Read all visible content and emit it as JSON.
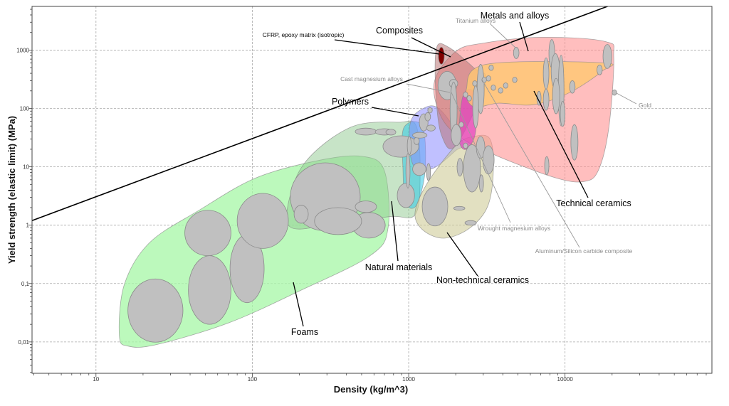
{
  "chart_data": {
    "type": "scatter",
    "subtype": "ashby-bubble-chart",
    "xlabel": "Density (kg/m^3)",
    "ylabel": "Yield strength (elastic limit) (MPa)",
    "xscale": "log",
    "yscale": "log",
    "xlim": [
      3.9,
      87000
    ],
    "ylim": [
      0.0029,
      5600
    ],
    "grid": true,
    "xticks": [
      {
        "v": 10,
        "label": "10"
      },
      {
        "v": 100,
        "label": "100"
      },
      {
        "v": 1000,
        "label": "1000"
      },
      {
        "v": 10000,
        "label": "10000"
      }
    ],
    "yticks": [
      {
        "v": 0.01,
        "label": "0,01"
      },
      {
        "v": 0.1,
        "label": "0,1"
      },
      {
        "v": 1,
        "label": "1"
      },
      {
        "v": 10,
        "label": "10"
      },
      {
        "v": 100,
        "label": "100"
      },
      {
        "v": 1000,
        "label": "1000"
      }
    ],
    "guide_line": [
      [
        3.9,
        1.2
      ],
      [
        19000,
        5700
      ]
    ],
    "envelopes": [
      {
        "family": "foams",
        "color": "#a6f7a6",
        "opacity": 0.75,
        "points": [
          [
            14.1,
            0.013
          ],
          [
            15.2,
            0.097
          ],
          [
            22,
            0.5
          ],
          [
            45.7,
            1.8
          ],
          [
            106,
            6.5
          ],
          [
            272,
            13
          ],
          [
            513,
            15
          ],
          [
            700,
            8.5
          ],
          [
            738,
            0.9
          ],
          [
            567,
            0.3
          ],
          [
            199,
            0.074
          ],
          [
            70,
            0.021
          ],
          [
            24.4,
            0.009
          ],
          [
            16,
            0.0085
          ]
        ]
      },
      {
        "family": "natural",
        "color": "#8fc98f",
        "opacity": 0.5,
        "points": [
          [
            173,
            0.95
          ],
          [
            183,
            4.9
          ],
          [
            245,
            17
          ],
          [
            446,
            50
          ],
          [
            863,
            58
          ],
          [
            1122,
            49
          ],
          [
            1183,
            6.5
          ],
          [
            1097,
            1.5
          ],
          [
            753,
            1.4
          ],
          [
            336,
            1.05
          ]
        ]
      },
      {
        "family": "elastomers",
        "color": "#2ec8e6",
        "opacity": 0.55,
        "points": [
          [
            929,
            46
          ],
          [
            1222,
            50
          ],
          [
            1273,
            8.6
          ],
          [
            1122,
            2.2
          ],
          [
            955,
            2.4
          ],
          [
            920,
            8.6
          ]
        ]
      },
      {
        "family": "polymers",
        "color": "#8c8cff",
        "opacity": 0.55,
        "points": [
          [
            1222,
            98
          ],
          [
            1570,
            98
          ],
          [
            2220,
            26
          ],
          [
            2000,
            19
          ],
          [
            1413,
            9.3
          ],
          [
            1064,
            11
          ],
          [
            1020,
            53
          ]
        ]
      },
      {
        "family": "non-technical-ceramics",
        "color": "#cfcb98",
        "opacity": 0.6,
        "points": [
          [
            1097,
            1.6
          ],
          [
            1313,
            5.2
          ],
          [
            2000,
            23
          ],
          [
            2600,
            33
          ],
          [
            3310,
            30
          ],
          [
            3480,
            8.6
          ],
          [
            3200,
            2.1
          ],
          [
            2470,
            0.9
          ],
          [
            1710,
            0.6
          ],
          [
            1250,
            0.8
          ]
        ]
      },
      {
        "family": "metals",
        "color": "#ff8f8f",
        "opacity": 0.58,
        "points": [
          [
            1460,
            284
          ],
          [
            2000,
            945
          ],
          [
            3040,
            1320
          ],
          [
            7030,
            1660
          ],
          [
            18070,
            1400
          ],
          [
            20500,
            756
          ],
          [
            19050,
            46
          ],
          [
            16300,
            8.6
          ],
          [
            13200,
            5.6
          ],
          [
            8670,
            6.5
          ],
          [
            3750,
            15
          ],
          [
            2220,
            30
          ],
          [
            1620,
            70
          ]
        ]
      },
      {
        "family": "composites",
        "color": "#b56a6a",
        "opacity": 0.5,
        "points": [
          [
            1507,
            1090
          ],
          [
            1800,
            1120
          ],
          [
            2600,
            500
          ],
          [
            3100,
            280
          ],
          [
            2000,
            23
          ],
          [
            1620,
            35
          ],
          [
            1490,
            186
          ]
        ]
      },
      {
        "family": "composites-fibre",
        "color": "#e23fc0",
        "opacity": 0.7,
        "points": [
          [
            2220,
            161
          ],
          [
            2600,
            186
          ],
          [
            2680,
            40
          ],
          [
            2340,
            20
          ],
          [
            2100,
            30
          ]
        ]
      },
      {
        "family": "technical-ceramics",
        "color": "#ffc870",
        "opacity": 0.8,
        "points": [
          [
            2340,
            214
          ],
          [
            3140,
            571
          ],
          [
            17700,
            604
          ],
          [
            17200,
            432
          ],
          [
            10700,
            187
          ],
          [
            6330,
            116
          ],
          [
            3750,
            123
          ],
          [
            2600,
            107
          ]
        ]
      }
    ],
    "bubbles": [
      {
        "d": [
          16,
          36
        ],
        "s": [
          0.0099,
          0.12
        ]
      },
      {
        "d": [
          39,
          73
        ],
        "s": [
          0.02,
          0.3
        ]
      },
      {
        "d": [
          37,
          73
        ],
        "s": [
          0.3,
          1.8
        ]
      },
      {
        "d": [
          72,
          119
        ],
        "s": [
          0.047,
          0.69
        ]
      },
      {
        "d": [
          80,
          170
        ],
        "s": [
          0.4,
          3.5
        ]
      },
      {
        "d": [
          175,
          490
        ],
        "s": [
          0.8,
          11.7
        ]
      },
      {
        "d": [
          185,
          228
        ],
        "s": [
          1.08,
          2.2
        ]
      },
      {
        "d": [
          437,
          708
        ],
        "s": [
          0.6,
          1.65
        ]
      },
      {
        "d": [
          250,
          500
        ],
        "s": [
          0.69,
          2.0
        ]
      },
      {
        "d": [
          455,
          623
        ],
        "s": [
          1.65,
          2.6
        ]
      },
      {
        "d": [
          455,
          623
        ],
        "s": [
          35,
          46
        ]
      },
      {
        "d": [
          611,
          802
        ],
        "s": [
          35,
          45
        ]
      },
      {
        "d": [
          715,
          828
        ],
        "s": [
          35,
          44
        ]
      },
      {
        "d": [
          685,
          1160
        ],
        "s": [
          14.6,
          34
        ]
      },
      {
        "d": [
          845,
          1090
        ],
        "s": [
          2.0,
          5.2
        ]
      },
      {
        "d": [
          960,
          1020
        ],
        "s": [
          4.3,
          17
        ]
      },
      {
        "d": [
          980,
          1040
        ],
        "s": [
          16,
          33
        ]
      },
      {
        "d": [
          1060,
          1290
        ],
        "s": [
          7.1,
          11.7
        ]
      },
      {
        "d": [
          1170,
          1330
        ],
        "s": [
          41,
          81
        ]
      },
      {
        "d": [
          1300,
          1480
        ],
        "s": [
          41,
          52
        ]
      },
      {
        "d": [
          1270,
          1380
        ],
        "s": [
          61,
          85
        ]
      },
      {
        "d": [
          1080,
          1170
        ],
        "s": [
          24,
          32
        ]
      },
      {
        "d": [
          1060,
          1310
        ],
        "s": [
          31,
          39
        ]
      },
      {
        "d": [
          1300,
          1380
        ],
        "s": [
          5.8,
          11.4
        ]
      },
      {
        "d": [
          1540,
          2020
        ],
        "s": [
          141,
          432
        ]
      },
      {
        "d": [
          1820,
          2060
        ],
        "s": [
          227,
          316
        ]
      },
      {
        "d": [
          1840,
          2040
        ],
        "s": [
          30,
          284
        ]
      },
      {
        "d": [
          1870,
          2170
        ],
        "s": [
          23,
          53
        ]
      },
      {
        "d": [
          4680,
          5080
        ],
        "s": [
          714,
          1120
        ]
      },
      {
        "d": [
          2740,
          3040
        ],
        "s": [
          81,
          570
        ]
      },
      {
        "d": [
          2570,
          2800
        ],
        "s": [
          46,
          247
        ]
      },
      {
        "d": [
          7890,
          8590
        ],
        "s": [
          497,
          1520
        ]
      },
      {
        "d": [
          8150,
          9250
        ],
        "s": [
          215,
          870
        ]
      },
      {
        "d": [
          9060,
          9850
        ],
        "s": [
          50,
          820
        ]
      },
      {
        "d": [
          7260,
          7890
        ],
        "s": [
          215,
          735
        ]
      },
      {
        "d": [
          7260,
          7890
        ],
        "s": [
          93,
          215
        ]
      },
      {
        "d": [
          8320,
          9250
        ],
        "s": [
          81,
          327
        ]
      },
      {
        "d": [
          6610,
          7030
        ],
        "s": [
          113,
          197
        ]
      },
      {
        "d": [
          10700,
          11600
        ],
        "s": [
          182,
          300
        ]
      },
      {
        "d": [
          16000,
          17300
        ],
        "s": [
          376,
          556
        ]
      },
      {
        "d": [
          17500,
          19900
        ],
        "s": [
          483,
          1250
        ]
      },
      {
        "d": [
          10900,
          12100
        ],
        "s": [
          13,
          53
        ]
      },
      {
        "d": [
          7410,
          7890
        ],
        "s": [
          7.3,
          15
        ]
      },
      {
        "d": [
          9330,
          10000
        ],
        "s": [
          49,
          133
        ]
      },
      {
        "d": [
          1220,
          1780
        ],
        "s": [
          0.97,
          4.5
        ]
      },
      {
        "d": [
          1940,
          2290
        ],
        "s": [
          1.8,
          2.1
        ]
      },
      {
        "d": [
          2290,
          2710
        ],
        "s": [
          1.0,
          1.2
        ]
      },
      {
        "d": [
          2240,
          2880
        ],
        "s": [
          3.7,
          24
        ]
      },
      {
        "d": [
          2710,
          3070
        ],
        "s": [
          14,
          33
        ]
      },
      {
        "d": [
          2040,
          2220
        ],
        "s": [
          6.9,
          14
        ]
      },
      {
        "d": [
          2830,
          3010
        ],
        "s": [
          3.7,
          7.3
        ]
      },
      {
        "d": [
          2980,
          3520
        ],
        "s": [
          7.5,
          23
        ]
      }
    ],
    "highlight_bubble": {
      "d": [
        1550,
        1690
      ],
      "s": [
        570,
        1120
      ],
      "color": "#800000"
    },
    "dots": [
      [
        3370,
        497
      ],
      [
        3240,
        327
      ],
      [
        3480,
        227
      ],
      [
        3870,
        203
      ],
      [
        4170,
        247
      ],
      [
        2650,
        268
      ],
      [
        2310,
        172
      ],
      [
        2440,
        149
      ],
      [
        3040,
        309
      ],
      [
        2310,
        23
      ],
      [
        2170,
        53
      ],
      [
        20700,
        187
      ],
      [
        4770,
        309
      ],
      [
        1370,
        93
      ]
    ],
    "annotations": {
      "metals": "Metals and alloys",
      "titanium": "Titanium alloys",
      "composites": "Composites",
      "cfrp": "CFRP, epoxy matrix (isotropic)",
      "cast_mg": "Cast magnesium alloys",
      "polymers": "Polymers",
      "gold": "Gold",
      "tech_ceramics": "Technical ceramics",
      "wrought_mg": "Wrought magnesium alloys",
      "al_sic": "Aluminum/Silicon carbide composite",
      "natural": "Natural materials",
      "non_tech": "Non-technical ceramics",
      "foams": "Foams"
    }
  }
}
